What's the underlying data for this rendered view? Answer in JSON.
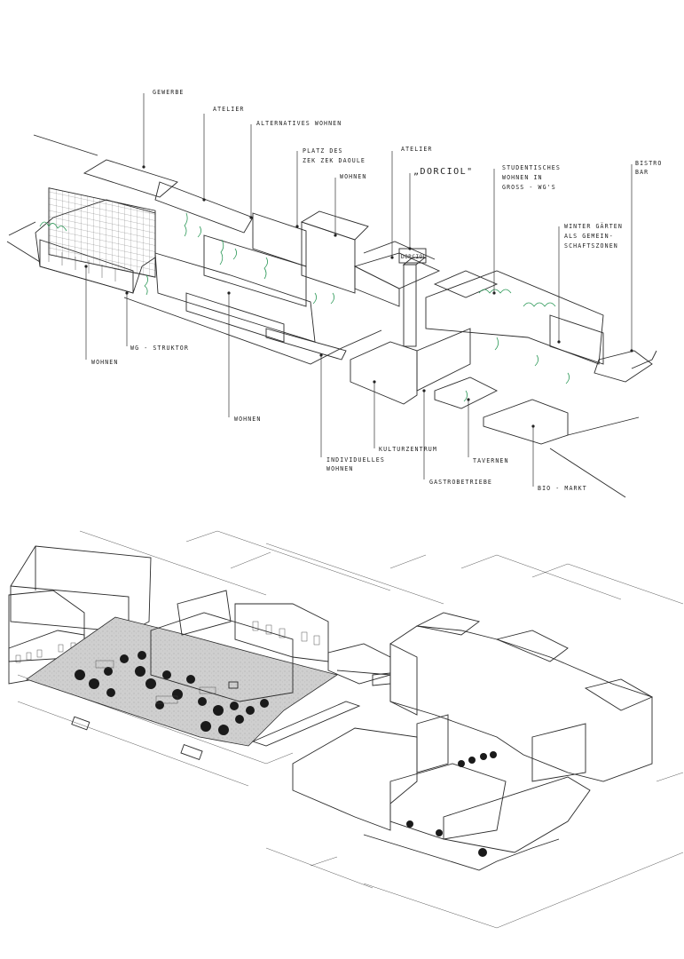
{
  "top_drawing": {
    "labels": [
      {
        "id": "gewerbe",
        "text": "GEWERBE"
      },
      {
        "id": "atelier1",
        "text": "ATELIER"
      },
      {
        "id": "alternatives",
        "text": "ALTERNATIVES WOHNEN"
      },
      {
        "id": "platz1",
        "text": "PLATZ DES"
      },
      {
        "id": "platz2",
        "text": "ZEK ZEK DAOULE"
      },
      {
        "id": "wohnen_top",
        "text": "WOHNEN"
      },
      {
        "id": "atelier2",
        "text": "ATELIER"
      },
      {
        "id": "dorciol",
        "text": "„DORCIOL\""
      },
      {
        "id": "stud1",
        "text": "STUDENTISCHES"
      },
      {
        "id": "stud2",
        "text": "WOHNEN IN"
      },
      {
        "id": "stud3",
        "text": "GROSS - WG'S"
      },
      {
        "id": "bistro1",
        "text": "BISTRO"
      },
      {
        "id": "bistro2",
        "text": "BAR"
      },
      {
        "id": "winter1",
        "text": "WINTER GÄRTEN"
      },
      {
        "id": "winter2",
        "text": "ALS GEMEIN-"
      },
      {
        "id": "winter3",
        "text": "SCHAFTSZONEN"
      },
      {
        "id": "wohnen_left",
        "text": "WOHNEN"
      },
      {
        "id": "wg",
        "text": "WG - STRUKTOR"
      },
      {
        "id": "wohnen_mid",
        "text": "WOHNEN"
      },
      {
        "id": "indiv1",
        "text": "INDIVIDUELLES"
      },
      {
        "id": "indiv2",
        "text": "WOHNEN"
      },
      {
        "id": "kultur",
        "text": "KULTURZENTRUM"
      },
      {
        "id": "gastro",
        "text": "GASTROBETRIEBE"
      },
      {
        "id": "tavernen",
        "text": "TAVERNEN"
      },
      {
        "id": "bio",
        "text": "BIO - MARKT"
      }
    ],
    "sign_text": "DORCIOL"
  },
  "colors": {
    "ink": "#2a2a2a",
    "greenery": "#2f9a5a",
    "paper": "#ffffff",
    "plaza_tone": "#c9c9c9"
  }
}
